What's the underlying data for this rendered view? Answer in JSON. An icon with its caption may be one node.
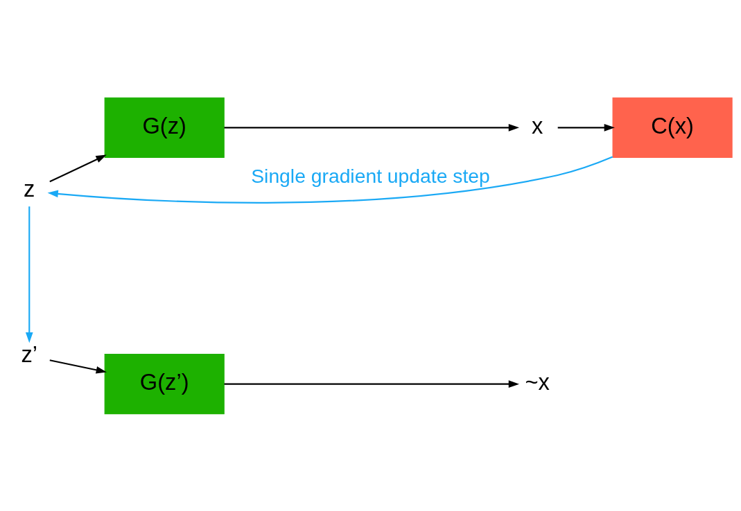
{
  "diagram": {
    "nodes": [
      {
        "text": [
          "z"
        ]
      },
      {
        "text": [
          "G(z)"
        ]
      },
      {
        "text": [
          "x"
        ]
      },
      {
        "text": [
          "C(x)"
        ]
      },
      {
        "text": [
          "z’"
        ]
      },
      {
        "text": [
          "G(z’)"
        ]
      },
      {
        "text": [
          "~x"
        ]
      }
    ],
    "edges": [
      {
        "from": 0,
        "to": 1,
        "arrow": "to"
      },
      {
        "from": 1,
        "to": 2,
        "arrow": "to"
      },
      {
        "from": 2,
        "to": 3,
        "arrow": "to"
      },
      {
        "from": 3,
        "to": 0,
        "arrow": "to",
        "label": "Single gradient update step",
        "color": "#1aa9f5"
      },
      {
        "from": 0,
        "to": 4,
        "arrow": "to",
        "color": "#1aa9f5"
      },
      {
        "from": 4,
        "to": 5,
        "arrow": "to"
      },
      {
        "from": 5,
        "to": 6,
        "arrow": "to"
      }
    ]
  }
}
